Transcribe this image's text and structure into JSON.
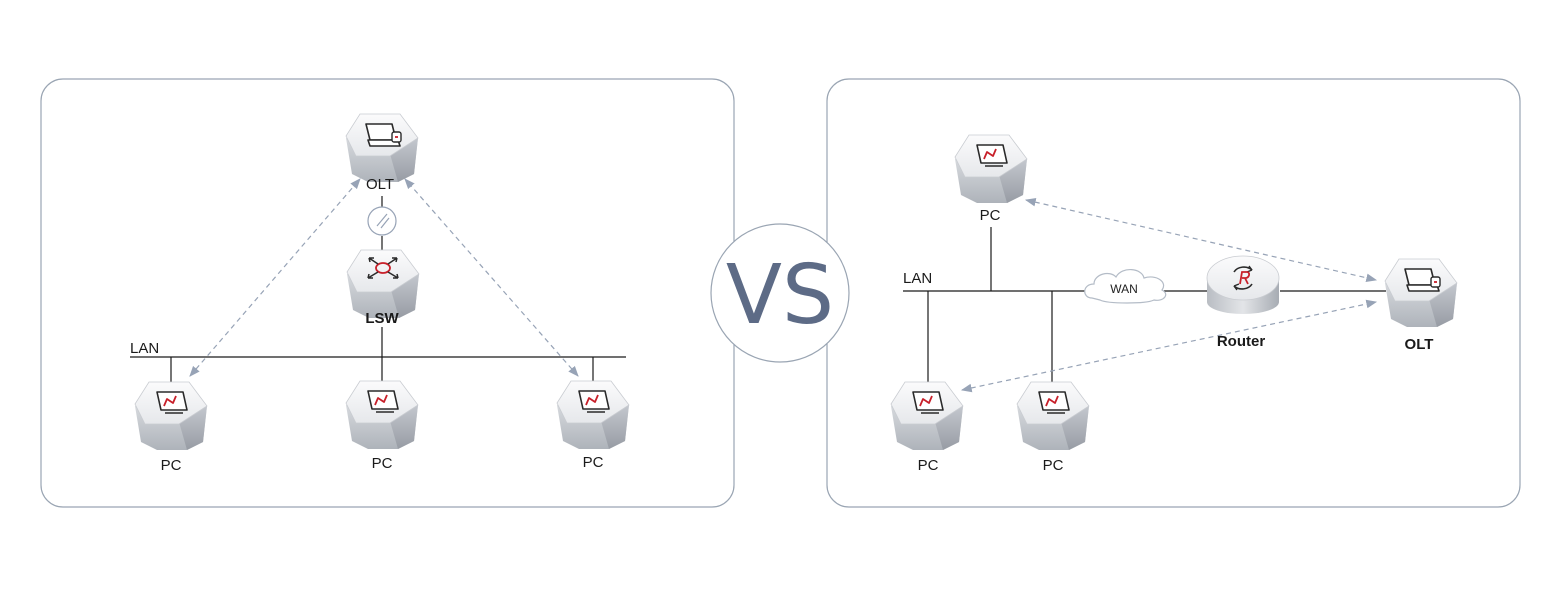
{
  "left": {
    "olt_label": "OLT",
    "lsw_label": "LSW",
    "lan_label": "LAN",
    "pc1_label": "PC",
    "pc2_label": "PC",
    "pc3_label": "PC"
  },
  "center": {
    "vs_label": "VS"
  },
  "right": {
    "pc_top_label": "PC",
    "lan_label": "LAN",
    "wan_label": "WAN",
    "router_label": "Router",
    "olt_label": "OLT",
    "pc1_label": "PC",
    "pc2_label": "PC"
  },
  "icons": {
    "pc": "monitor-icon",
    "olt": "olt-terminal-icon",
    "lsw": "switch-arrows-icon",
    "router": "router-icon",
    "wan": "cloud-icon",
    "splitter": "splitter-icon"
  },
  "colors": {
    "accent": "#c8202a",
    "device_top": "#f1f2f4",
    "vs_text": "#5d6b86",
    "dash_line": "#97a3b6",
    "panel_border": "#9aa5b3"
  }
}
